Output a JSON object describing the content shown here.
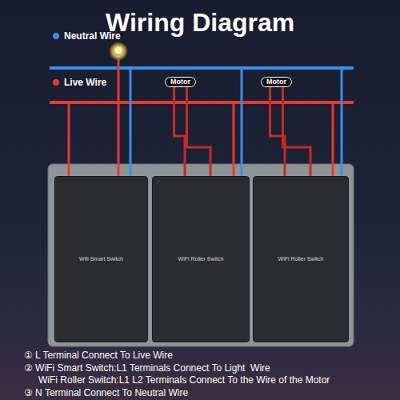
{
  "diagram": {
    "title": "Wiring Diagram",
    "nodes": [
      {
        "text": [
          "Motor"
        ]
      },
      {
        "text": [
          "Motor"
        ]
      },
      {
        "text": [
          "Wifi Smart Switch"
        ]
      },
      {
        "text": [
          "WiFi Roller Switch"
        ]
      },
      {
        "text": [
          "WiFi Roller Switch"
        ]
      }
    ],
    "edges": [
      {
        "from": 0,
        "to": 3,
        "arrow": "none"
      },
      {
        "from": 0,
        "to": 3,
        "arrow": "none"
      },
      {
        "from": 1,
        "to": 4,
        "arrow": "none"
      },
      {
        "from": 1,
        "to": 4,
        "arrow": "none"
      }
    ],
    "labels": [
      "① L Terminal Connect To Live Wire",
      "② WiFi Smart Switch:L1 Terminals Connect To Light  Wire",
      "WiFi Roller Switch:L1 L2 Terminals Connect To the Wire of the Motor",
      "③ N Terminal Connect To Neutral Wire"
    ],
    "legend": [
      {
        "text": "Neutral Wire",
        "color": "#3a8ee6"
      },
      {
        "text": "Live Wire",
        "color": "#e53935"
      }
    ]
  }
}
